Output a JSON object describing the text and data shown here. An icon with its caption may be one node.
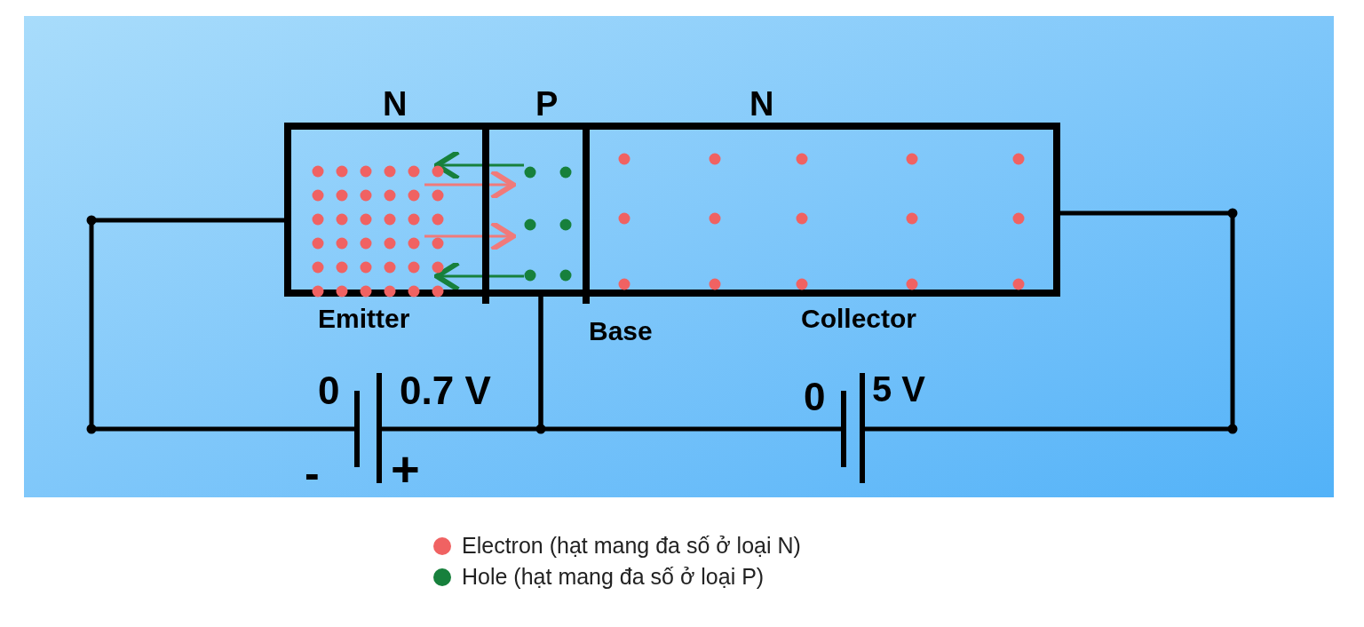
{
  "diagram": {
    "nodes": [
      {
        "text": [
          "N"
        ],
        "beside": [
          "Emitter"
        ]
      },
      {
        "text": [
          "P"
        ],
        "beside": [
          "Base"
        ]
      },
      {
        "text": [
          "N"
        ],
        "beside": [
          "Collector"
        ]
      },
      {
        "text": [],
        "shape": "battery",
        "beside": [
          "0",
          "0.7 V",
          "-",
          "+"
        ]
      },
      {
        "text": [],
        "shape": "battery",
        "beside": [
          "0",
          "5 V"
        ]
      }
    ],
    "edges": [
      {
        "from": 0,
        "to": 3,
        "arrow": "none"
      },
      {
        "from": 3,
        "to": 1,
        "arrow": "none"
      },
      {
        "from": 1,
        "to": 4,
        "arrow": "none"
      },
      {
        "from": 4,
        "to": 2,
        "arrow": "none"
      },
      {
        "from": 1,
        "to": 0,
        "arrow": "to",
        "color": "#17803c"
      },
      {
        "from": 0,
        "to": 1,
        "arrow": "to",
        "color": "#f07a7a"
      },
      {
        "from": 0,
        "to": 1,
        "arrow": "to",
        "color": "#f07a7a"
      },
      {
        "from": 1,
        "to": 0,
        "arrow": "to",
        "color": "#17803c"
      }
    ],
    "legend": [
      {
        "text": "Electron (hạt mang đa số ở loại N)",
        "color": "#f06262"
      },
      {
        "text": "Hole (hạt mang đa số ở loại P)",
        "color": "#17803c"
      }
    ]
  }
}
